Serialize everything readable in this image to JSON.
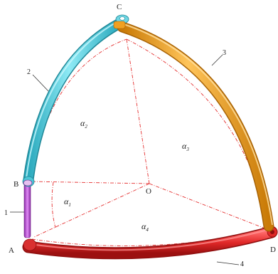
{
  "points": {
    "A": "A",
    "B": "B",
    "C": "C",
    "D": "D",
    "O": "O"
  },
  "links": {
    "link1": "1",
    "link2": "2",
    "link3": "3",
    "link4": "4"
  },
  "angles": {
    "a1": {
      "symbol": "α",
      "sub": "1"
    },
    "a2": {
      "symbol": "α",
      "sub": "2"
    },
    "a3": {
      "symbol": "α",
      "sub": "3"
    },
    "a4": {
      "symbol": "α",
      "sub": "4"
    }
  },
  "colors": {
    "link1": "#c04fd8",
    "link2": "#5fd0e0",
    "link3": "#f0a020",
    "link4": "#e02828",
    "construction": "#e53030"
  }
}
